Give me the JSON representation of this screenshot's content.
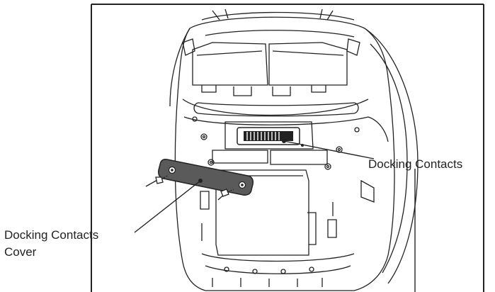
{
  "labels": {
    "docking_contacts": "Docking Contacts",
    "docking_contacts_cover_line1": "Docking Contacts",
    "docking_contacts_cover_line2": "Cover"
  },
  "colors": {
    "outline": "#222222",
    "cover_fill": "#5a5a5a",
    "background": "#ffffff"
  }
}
